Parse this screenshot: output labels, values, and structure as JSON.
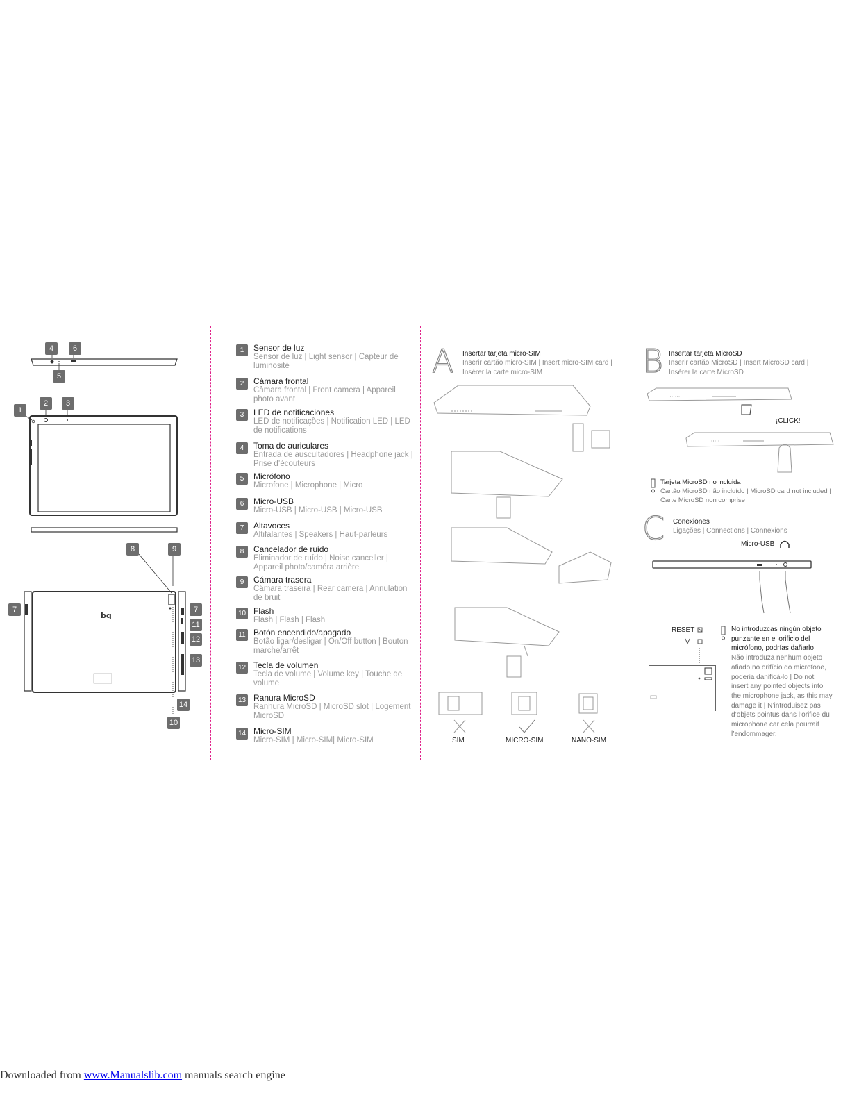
{
  "badges": {
    "b1": "1",
    "b2": "2",
    "b3": "3",
    "b4": "4",
    "b5": "5",
    "b6": "6",
    "b7": "7",
    "b7b": "7",
    "b8": "8",
    "b9": "9",
    "b10": "10",
    "b11": "11",
    "b12": "12",
    "b13": "13",
    "b14": "14"
  },
  "components": [
    {
      "num": "1",
      "main": "Sensor de luz",
      "sub": "Sensor de luz | Light  sensor | Capteur de luminosité"
    },
    {
      "num": "2",
      "main": "Cámara frontal",
      "sub": "Câmara frontal | Front camera | Appareil photo avant"
    },
    {
      "num": "3",
      "main": "LED de notificaciones",
      "sub": "LED de notificações | Notification LED | LED de notifications"
    },
    {
      "num": "4",
      "main": "Toma de auriculares",
      "sub": "Entrada de auscultadores | Headphone jack | Prise d’écouteurs"
    },
    {
      "num": "5",
      "main": "Micrófono",
      "sub": "Microfone | Microphone | Micro"
    },
    {
      "num": "6",
      "main": "Micro-USB",
      "sub": "Micro-USB | Micro-USB | Micro-USB"
    },
    {
      "num": "7",
      "main": "Altavoces",
      "sub": "Altifalantes | Speakers | Haut-parleurs"
    },
    {
      "num": "8",
      "main": "Cancelador de ruido",
      "sub": "Eliminador de ruído | Noise canceller | Appareil photo/caméra arrière"
    },
    {
      "num": "9",
      "main": "Cámara trasera",
      "sub": "Câmara traseira | Rear camera | Annulation de bruit"
    },
    {
      "num": "10",
      "main": "Flash",
      "sub": "Flash | Flash | Flash"
    },
    {
      "num": "11",
      "main": "Botón encendido/apagado",
      "sub": "Botão ligar/desligar | On/Off button | Bouton marche/arrêt"
    },
    {
      "num": "12",
      "main": "Tecla de volumen",
      "sub": "Tecla de volume | Volume key | Touche de volume"
    },
    {
      "num": "13",
      "main": "Ranura MicroSD",
      "sub": "Ranhura MicroSD | MicroSD slot | Logement MicroSD"
    },
    {
      "num": "14",
      "main": "Micro-SIM",
      "sub": "Micro-SIM | Micro-SIM| Micro-SIM"
    }
  ],
  "section_a": {
    "letter": "A",
    "title": "Insertar tarjeta micro-SIM",
    "sub1": "Inserir cartão micro-SIM | Insert micro-SIM card |",
    "sub2": "Insérer la carte micro-SIM",
    "sim_labels": [
      "SIM",
      "MICRO-SIM",
      "NANO-SIM"
    ]
  },
  "section_b": {
    "letter": "B",
    "title": "Insertar tarjeta MicroSD",
    "sub1": "Inserir cartão MicroSD | Insert MicroSD card |",
    "sub2": "Insérer la carte MicroSD",
    "click": "¡CLICK!",
    "note_title": "Tarjeta MicroSD no incluida",
    "note_sub1": "Cartão MicroSD não incluído | MicroSD card not included |",
    "note_sub2": "Carte MicroSD non comprise"
  },
  "section_c": {
    "letter": "C",
    "title": "Conexiones",
    "sub": "Ligações | Connections | Connexions",
    "micro_usb": "Micro-USB",
    "reset": "RESET",
    "warning_bold": [
      "No introduzcas ningún objeto",
      "punzante en el orificio del",
      "micrófono, podrías dañarlo"
    ],
    "warning_rest": [
      "Não introduza nenhum objeto",
      "afiado no orifício do microfone,",
      "poderia danificá-lo | Do not",
      "insert any pointed objects into",
      "the microphone jack, as this may",
      "damage it | N’introduisez pas",
      "d’objets pointus dans l’orifice du",
      "microphone car cela pourrait",
      "l’endommager."
    ]
  },
  "footer": {
    "prefix": "Downloaded from ",
    "link": "www.Manualslib.com",
    "suffix": "  manuals search engine"
  },
  "colors": {
    "divider": "#e0218a",
    "badge": "#6d6d6d",
    "link": "#0000ee"
  }
}
